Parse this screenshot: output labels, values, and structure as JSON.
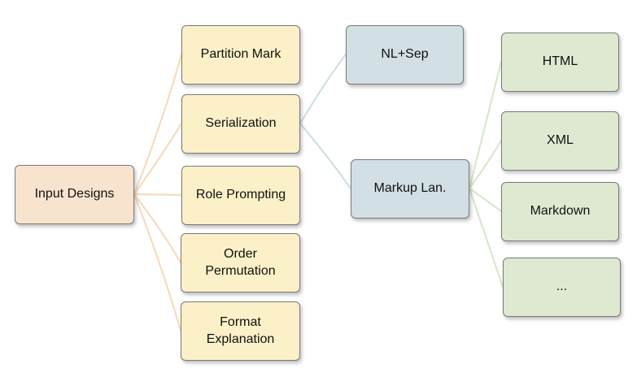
{
  "colors": {
    "edge_root": "#f5dcc0",
    "edge_serialization": "#cfe0e5",
    "edge_markup": "#d8e8cc"
  },
  "nodes": {
    "root": "Input Designs",
    "partition_mark": "Partition Mark",
    "serialization": "Serialization",
    "role_prompting": "Role Prompting",
    "order_permutation": "Order\nPermutation",
    "format_explanation": "Format\nExplanation",
    "nl_sep": "NL+Sep",
    "markup": "Markup Lan.",
    "html": "HTML",
    "xml": "XML",
    "markdown": "Markdown",
    "etc": "..."
  }
}
